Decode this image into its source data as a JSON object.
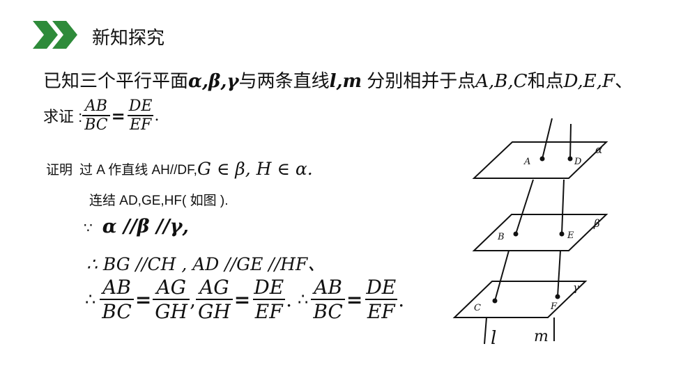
{
  "header": {
    "title": "新知探究",
    "accent_color": "#2e8b3a"
  },
  "problem": {
    "statement_prefix": "已知三个平行平面",
    "planes": "α,β,γ",
    "statement_mid": "与两条直线",
    "lines": "l,m",
    "statement_mid2": " 分别相并于点",
    "points1": "A,B,C",
    "statement_and": "和点",
    "points2": "D,E,F",
    "statement_end": "、",
    "prove_label": "求证 :",
    "prove_frac1_num": "AB",
    "prove_frac1_den": "BC",
    "prove_eq": "=",
    "prove_frac2_num": "DE",
    "prove_frac2_den": "EF",
    "prove_end": "."
  },
  "proof": {
    "label": "证明",
    "step1_text": "过 A 作直线 AH//DF,",
    "step1_math": "G ∈ β, H ∈ α.",
    "step2_text": "连结 AD,GE,HF( 如图 ).",
    "step3_glyph": "∵",
    "step3_math": "α //β //γ,",
    "step4": "∴ BG //CH , AD //GE //HF、",
    "step5_therefore": "∴",
    "f1_num": "AB",
    "f1_den": "BC",
    "eq": "=",
    "f2_num": "AG",
    "f2_den": "GH",
    "comma": ",",
    "f3_num": "AG",
    "f3_den": "GH",
    "f4_num": "DE",
    "f4_den": "EF",
    "period": ".",
    "therefore2": "∴",
    "f5_num": "AB",
    "f5_den": "BC",
    "f6_num": "DE",
    "f6_den": "EF",
    "end": "."
  },
  "figure": {
    "plane_alpha": "α",
    "plane_beta": "β",
    "plane_gamma": "γ",
    "point_A": "A",
    "point_D": "D",
    "point_B": "B",
    "point_E": "E",
    "point_C": "C",
    "point_F": "F",
    "line_l": "l",
    "line_m": "m"
  }
}
